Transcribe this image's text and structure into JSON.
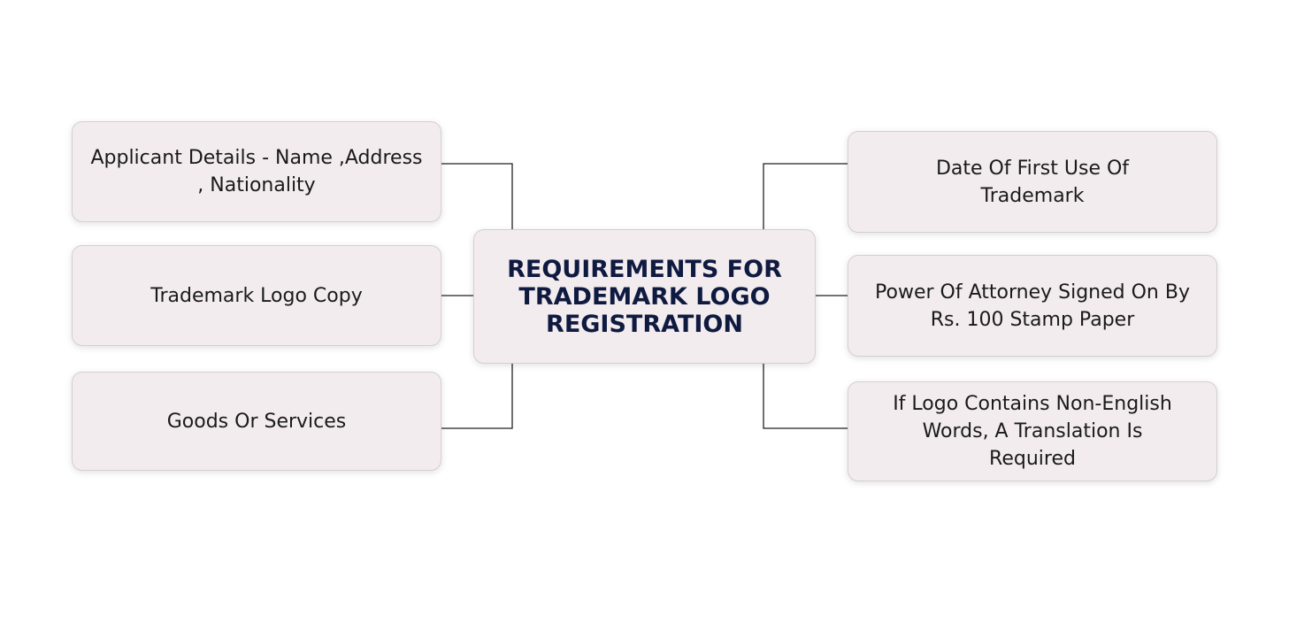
{
  "center": "REQUIREMENTS FOR TRADEMARK LOGO REGISTRATION",
  "left": [
    "Applicant Details - Name ,Address , Nationality",
    "Trademark Logo Copy",
    "Goods Or Services"
  ],
  "right": [
    "Date Of First Use Of Trademark",
    "Power Of Attorney Signed On By Rs. 100 Stamp Paper",
    "If Logo Contains Non-English Words, A Translation Is Required"
  ]
}
